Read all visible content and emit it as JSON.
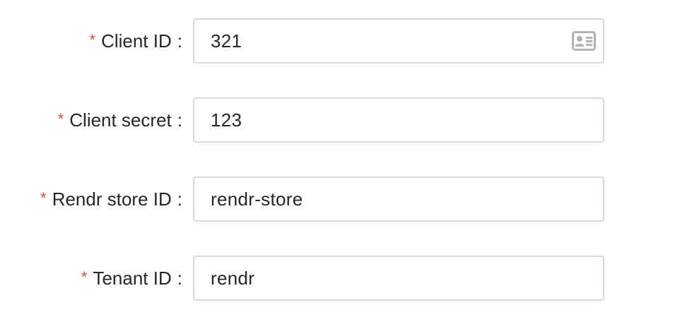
{
  "form": {
    "fields": [
      {
        "label": "Client ID",
        "required_mark": "*",
        "colon": ":",
        "value": "321",
        "suffix_icon": "contacts-card-icon"
      },
      {
        "label": "Client secret",
        "required_mark": "*",
        "colon": ":",
        "value": "123"
      },
      {
        "label": "Rendr store ID",
        "required_mark": "*",
        "colon": ":",
        "value": "rendr-store"
      },
      {
        "label": "Tenant ID",
        "required_mark": "*",
        "colon": ":",
        "value": "rendr"
      }
    ]
  },
  "colors": {
    "required": "#e74c3c",
    "border": "#d9d9d9",
    "text": "#262626",
    "icon": "#b3b3b3"
  }
}
